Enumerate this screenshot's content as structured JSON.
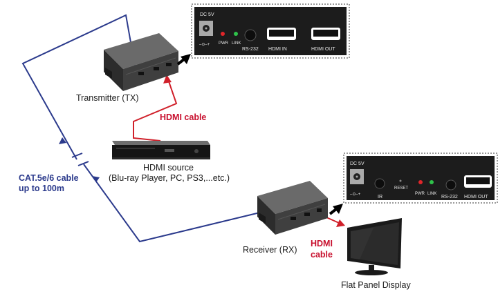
{
  "labels": {
    "transmitter": "Transmitter (TX)",
    "receiver": "Receiver (RX)",
    "hdmi_source_title": "HDMI source",
    "hdmi_source_sub": "(Blu-ray Player, PC, PS3,...etc.)",
    "hdmi_cable_tx": "HDMI  cable",
    "hdmi_cable_rx_1": "HDMI",
    "hdmi_cable_rx_2": "cable",
    "cat_cable_1": "CAT.5e/6 cable",
    "cat_cable_2": "up to 100m",
    "flat_panel": "Flat Panel Display"
  },
  "tx_panel": {
    "dc": "DC 5V",
    "pwr": "PWR",
    "link": "LINK",
    "rs232": "RS-232",
    "hdmi_in": "HDMI IN",
    "hdmi_out": "HDMI OUT"
  },
  "rx_panel": {
    "dc": "DC 5V",
    "ir": "IR",
    "reset": "RESET",
    "pwr": "PWR",
    "link": "LINK",
    "rs232": "RS-232",
    "hdmi_out": "HDMI OUT"
  },
  "colors": {
    "cat_cable": "#2b3a8c",
    "hdmi_cable": "#d0202a",
    "panel_bg": "#1c1c1c",
    "led_red": "#e0262a",
    "led_green": "#2fc24a"
  }
}
